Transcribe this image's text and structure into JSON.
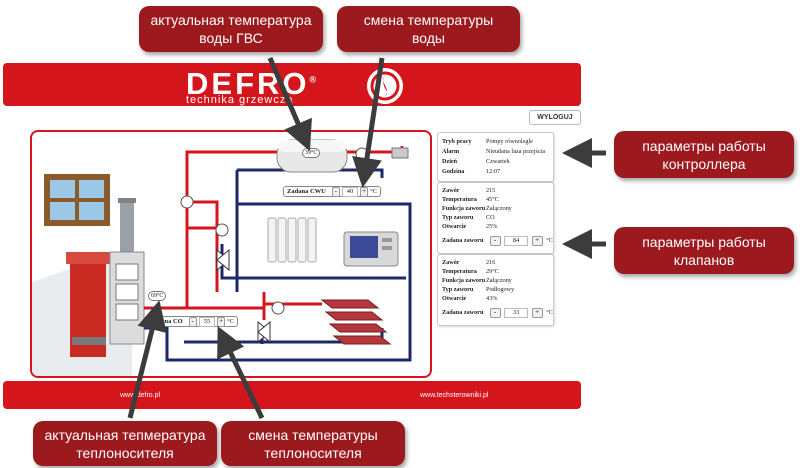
{
  "callouts": {
    "dhw_temp": "актуальная температура\nводы ГВС",
    "water_temp_change": "смена температуры\nводы",
    "controller_params": "параметры работы\nконтроллера",
    "valve_params": "параметры работы\nклапанов",
    "coolant_temp": "актуальная тепмература\nтеплоносителя",
    "coolant_temp_change": "смена температуры\nтеплоносителя"
  },
  "header": {
    "brand": "DEFRO",
    "brand_mark": "®",
    "tagline": "technika grzewcza",
    "logout": "WYLOGUJ"
  },
  "footer": {
    "link_left": "www.defro.pl",
    "link_right": "www.techsterowniki.pl"
  },
  "controller": {
    "rows": [
      {
        "key": "Tryb pracy",
        "value": "Pompy równolegle"
      },
      {
        "key": "Alarm",
        "value": "Nieudana faza przejścia"
      },
      {
        "key": "Dzień",
        "value": "Czwartek"
      },
      {
        "key": "Godzina",
        "value": "12:07"
      }
    ]
  },
  "valves": [
    {
      "rows": [
        {
          "key": "Zawór",
          "value": "215"
        },
        {
          "key": "Temperatura",
          "value": "45°C"
        },
        {
          "key": "Funkcja zaworu",
          "value": "Załączony"
        },
        {
          "key": "Typ zaworu",
          "value": "CO"
        },
        {
          "key": "Otwarcie",
          "value": "25%"
        }
      ],
      "setpoint_label": "Zadana zaworu",
      "setpoint_value": "84",
      "unit": "°C"
    },
    {
      "rows": [
        {
          "key": "Zawór",
          "value": "216"
        },
        {
          "key": "Temperatura",
          "value": "29°C"
        },
        {
          "key": "Funkcja zaworu",
          "value": "Załączony"
        },
        {
          "key": "Typ zaworu",
          "value": "Podłogowy"
        },
        {
          "key": "Otwarcie",
          "value": "43%"
        }
      ],
      "setpoint_label": "Zadana zaworu",
      "setpoint_value": "33",
      "unit": "°C"
    }
  ],
  "diagram": {
    "tank_temp": "39°C",
    "boiler_temp": "69°C",
    "cwu_label": "Zadana CWU",
    "cwu_value": "40",
    "cwu_unit": "°C",
    "co_label": "Zadana CO",
    "co_value": "55",
    "co_unit": "°C",
    "minus": "-",
    "plus": "+"
  },
  "colors": {
    "brand_red": "#d4151c",
    "callout_red": "#9c1a1e",
    "supply_pipe": "#d4151c",
    "return_pipe": "#1c2a6b"
  }
}
